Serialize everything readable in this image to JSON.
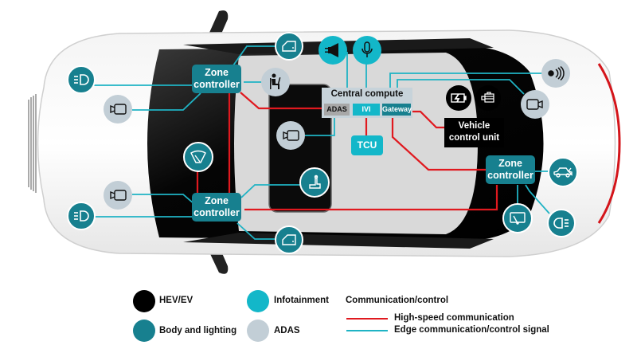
{
  "colors": {
    "hev_ev": "#000000",
    "body_lighting": "#17808f",
    "infotainment": "#13b7c9",
    "adas": "#c2ced6",
    "high_speed_line": "#e0191f",
    "edge_line": "#1fb3c4"
  },
  "nodes": {
    "zone_front_left": {
      "line1": "Zone",
      "line2": "controller"
    },
    "zone_front_right": {
      "line1": "Zone",
      "line2": "controller"
    },
    "zone_rear": {
      "line1": "Zone",
      "line2": "controller"
    },
    "central_compute": {
      "title": "Central compute",
      "cells": [
        "ADAS",
        "IVI",
        "Gateway"
      ]
    },
    "tcu": "TCU",
    "vehicle_control_unit": {
      "line1": "Vehicle",
      "line2": "control unit"
    }
  },
  "icons": {
    "front_left_headlight": "headlight-icon",
    "front_left_camera": "camera-icon",
    "front_left_door": "door-icon",
    "driver_monitor": "driver-seat-icon",
    "speaker": "speaker-icon",
    "microphone": "microphone-icon",
    "cabin_camera": "camera-icon",
    "wiper_front": "windshield-wiper-icon",
    "front_right_camera": "camera-icon",
    "front_right_headlight": "headlight-icon",
    "front_right_door": "door-icon",
    "seat": "seat-icon",
    "radar": "radar-icon",
    "rear_camera": "camera-icon",
    "battery_charging": "battery-charging-icon",
    "motor": "electric-motor-icon",
    "trunk": "car-trunk-icon",
    "rear_wiper": "rear-wiper-icon",
    "tail_light": "tail-light-icon"
  },
  "legend": {
    "items": [
      {
        "label": "HEV/EV",
        "color": "#000000"
      },
      {
        "label": "Body and lighting",
        "color": "#17808f"
      },
      {
        "label": "Infotainment",
        "color": "#13b7c9"
      },
      {
        "label": "ADAS",
        "color": "#c2ced6"
      }
    ],
    "comm_title": "Communication/control",
    "lines": [
      {
        "label": "High-speed communication",
        "color": "#e0191f"
      },
      {
        "label": "Edge communication/control signal",
        "color": "#1fb3c4"
      }
    ]
  }
}
